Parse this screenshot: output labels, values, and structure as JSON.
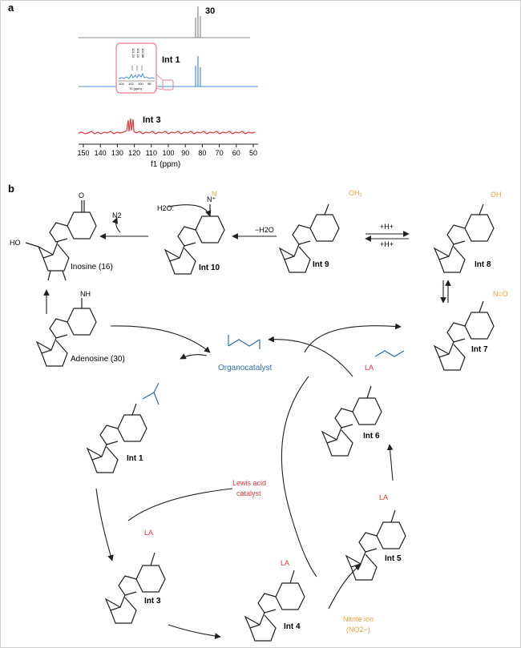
{
  "panel_a": {
    "label": "a",
    "spectra": [
      {
        "name": "30",
        "color": "#8a8a8a"
      },
      {
        "name": "Int 1",
        "color": "#4a90d9"
      },
      {
        "name": "Int 3",
        "color": "#e0393e"
      }
    ],
    "inset": {
      "tick_labels": [
        "104",
        "102",
        "100",
        "98"
      ],
      "axis_label": "f1 (ppm)",
      "peak_labels": [
        "101.23",
        "101.10",
        "100.88"
      ]
    },
    "axis": {
      "ticks": [
        "150",
        "140",
        "130",
        "120",
        "110",
        "100",
        "90",
        "80",
        "70",
        "60",
        "50"
      ],
      "label": "f1 (ppm)"
    }
  },
  "panel_b": {
    "label": "b",
    "compounds": {
      "inosine": "Inosine (16)",
      "adenosine": "Adenosine (30)",
      "int10": "Int 10",
      "int9": "Int 9",
      "int8": "Int 8",
      "int7": "Int 7",
      "int6": "Int 6",
      "int5": "Int 5",
      "int4": "Int 4",
      "int3": "Int 3",
      "int1": "Int 1"
    },
    "reagents": {
      "n2": "N2",
      "h2o": "H2O:",
      "minus_h2o": "−H2O",
      "plus_h": "+H+",
      "plus_h2": "+H+",
      "organocatalyst": "Organocatalyst",
      "lewis_acid_line1": "Lewis acid",
      "lewis_acid_line2": "catalyst",
      "nitrite_line1": "Nitrite ion",
      "nitrite_line2": "(NO2−)"
    },
    "colors": {
      "black": "#231f20",
      "blue": "#2f6db5",
      "red": "#e0393e",
      "orange": "#f0a040"
    }
  }
}
